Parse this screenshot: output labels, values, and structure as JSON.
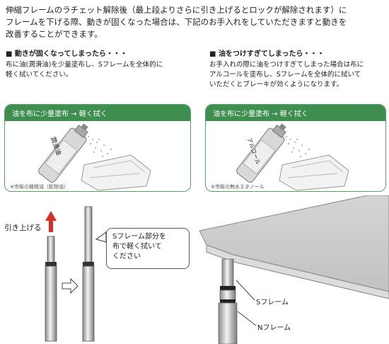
{
  "intro": {
    "line1": "伸縮フレームのラチェット解除後（最上段よりさらに引き上げるとロックが解除されます）に",
    "line2": "フレームを下げる際、動きが固くなった場合は、下記のお手入れをしていただきますと動きを",
    "line3": "改善することができます。"
  },
  "left": {
    "heading": "■ 動きが固くなってしまったら・・・",
    "body_line1": "布に油(潤滑油)を少量塗布し、Sフレームを全体的に",
    "body_line2": "軽く拭いてください。",
    "panel_title": "油を布に少量塗布 → 軽く拭く",
    "can_label": "潤滑油",
    "note": "※市販の機械油（鉱物油）"
  },
  "right": {
    "heading": "■ 油をつけすぎてしまったら・・・",
    "body_line1": "お手入れの際に油をつけすぎてしまった場合は布に",
    "body_line2": "アルコールを塗布し、Sフレームを全体的に拭いて",
    "body_line3": "いただくとブレーキが効くようになります。",
    "panel_title": "油を布に少量塗布 → 軽く拭く",
    "can_label": "アルコール",
    "note": "※市販の無水エタノール"
  },
  "diagram": {
    "pull_up": "引き上げる",
    "callout_line1": "Sフレーム部分を",
    "callout_line2": "布で軽く拭いて",
    "callout_line3": "ください",
    "s_frame": "Sフレーム",
    "n_frame": "Nフレーム"
  }
}
